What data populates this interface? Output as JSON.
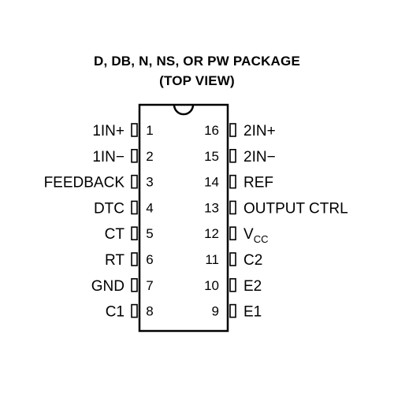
{
  "title": {
    "line1": "D, DB, N, NS, OR PW PACKAGE",
    "line2": "(TOP VIEW)"
  },
  "left_pins": [
    {
      "num": "1",
      "label": "1IN+"
    },
    {
      "num": "2",
      "label": "1IN−"
    },
    {
      "num": "3",
      "label": "FEEDBACK"
    },
    {
      "num": "4",
      "label": "DTC"
    },
    {
      "num": "5",
      "label": "CT"
    },
    {
      "num": "6",
      "label": "RT"
    },
    {
      "num": "7",
      "label": "GND"
    },
    {
      "num": "8",
      "label": "C1"
    }
  ],
  "right_pins": [
    {
      "num": "16",
      "label": "2IN+"
    },
    {
      "num": "15",
      "label": "2IN−"
    },
    {
      "num": "14",
      "label": "REF"
    },
    {
      "num": "13",
      "label": "OUTPUT CTRL"
    },
    {
      "num": "12",
      "label": "V",
      "sub": "CC"
    },
    {
      "num": "11",
      "label": "C2"
    },
    {
      "num": "10",
      "label": "E2"
    },
    {
      "num": "9",
      "label": "E1"
    }
  ]
}
